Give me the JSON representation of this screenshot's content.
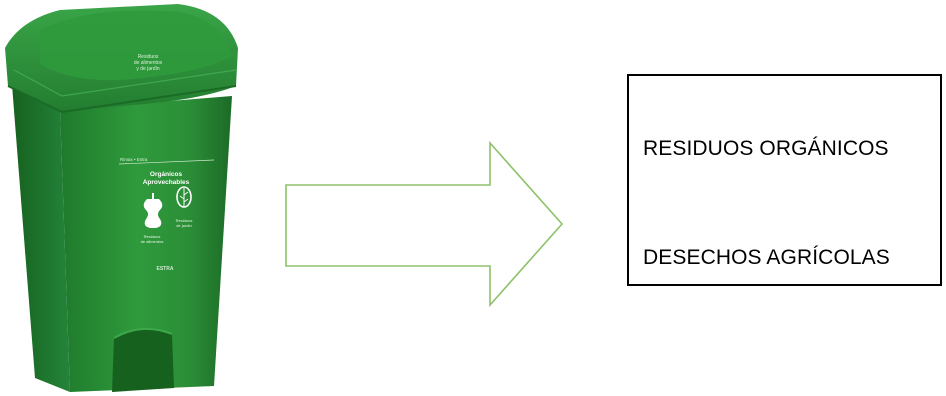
{
  "bin": {
    "color": "#2e8b3a",
    "lid_text": [
      "Residuos",
      "de alimentos",
      "y de jardín"
    ],
    "brand_text": "Rimax • Estra",
    "category_title": [
      "Orgánicos",
      "Aprovechables"
    ],
    "icon_captions": {
      "food": [
        "Residuos",
        "de alimentos"
      ],
      "garden": [
        "Residuos",
        "de jardín"
      ]
    },
    "logo_text": "ESTRA"
  },
  "arrow": {
    "outline_color": "#8dc26a",
    "fill_color": "#ffffff"
  },
  "labels": {
    "line_one": "RESIDUOS ORGÁNICOS",
    "line_two": "DESECHOS AGRÍCOLAS"
  }
}
